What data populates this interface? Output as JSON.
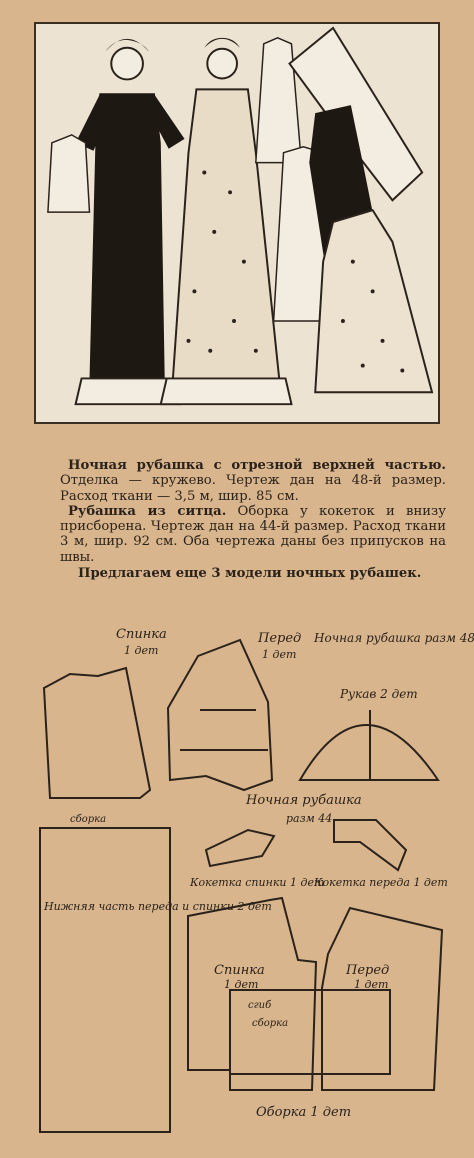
{
  "caption": {
    "p1_title": "Ночная рубашка с отрезной верхней частью.",
    "p1_body": "Отделка — кружево. Чертеж дан на 48-й размер. Расход ткани — 3,5 м, шир. 85 см.",
    "p2_title": "Рубашка из ситца.",
    "p2_body": "Оборка у кокеток и внизу присборена. Чертеж дан на 44-й размер. Расход ткани 3 м, шир. 92 см. Оба чертежа даны без припусков на швы.",
    "p3": "Предлагаем еще 3 модели ночных рубашек."
  },
  "diagram": {
    "back_top": "Спинка",
    "back_top_qty": "1 дет",
    "front_top": "Перед",
    "front_top_qty": "1 дет",
    "gown48": "Ночная рубашка разм 48",
    "sleeve": "Рукав 2 дет",
    "gown44": "Ночная рубашка",
    "gown44_size": "разм 44",
    "yoke_back": "Кокетка спинки 1 дет",
    "yoke_front": "Кокетка переда 1 дет",
    "lower": "Нижняя часть переда и спинки 2 дет",
    "back44": "Спинка",
    "back44_qty": "1 дет",
    "front44": "Перед",
    "front44_qty": "1 дет",
    "ruffle": "Оборка 1 дет",
    "gather": "сборка",
    "gather2": "сборка",
    "fold": "сгиб"
  }
}
